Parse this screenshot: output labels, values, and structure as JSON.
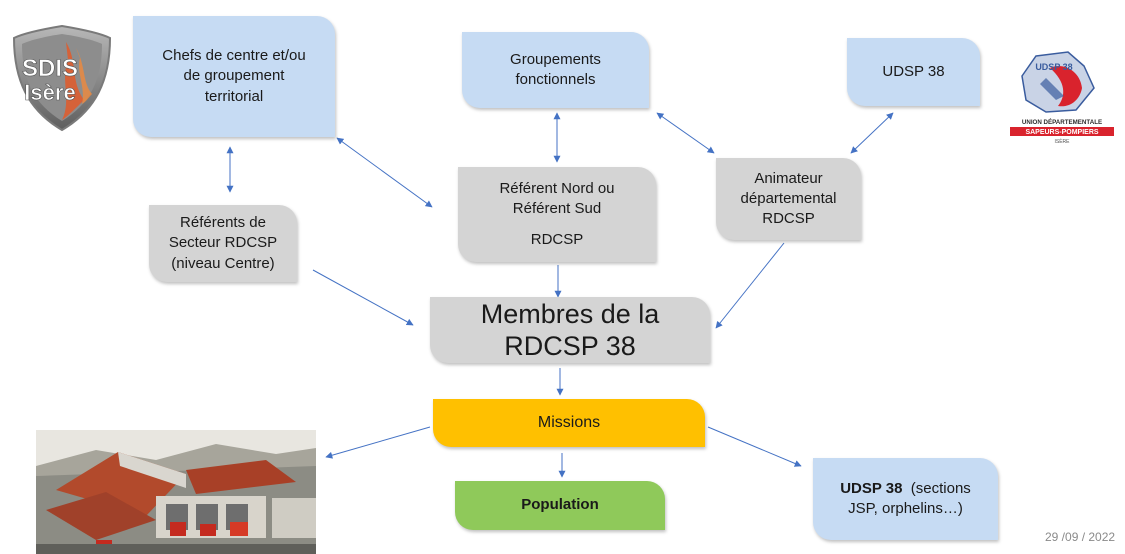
{
  "nodes": {
    "chefs": {
      "lines": [
        "Chefs de centre et/ou",
        "de groupement",
        "territorial"
      ]
    },
    "groupements": {
      "lines": [
        "Groupements",
        "fonctionnels"
      ]
    },
    "udsp": {
      "lines": [
        "UDSP 38"
      ]
    },
    "referents_secteur": {
      "lines": [
        "Référents de",
        "Secteur RDCSP",
        "(niveau Centre)"
      ]
    },
    "referent_nord": {
      "lines": [
        "Référent Nord ou",
        "Référent Sud"
      ],
      "sub": "RDCSP"
    },
    "animateur": {
      "lines": [
        "Animateur",
        "départemental",
        "RDCSP"
      ]
    },
    "membres": {
      "lines": [
        "Membres de la",
        "RDCSP 38"
      ]
    },
    "missions": {
      "label": "Missions"
    },
    "population": {
      "label": "Population"
    },
    "udsp_missions": {
      "bold": "UDSP 38",
      "rest": "  (sections",
      "line2": "JSP, orphelins…)"
    }
  },
  "logos": {
    "sdis": {
      "line1": "SDIS",
      "line2": "Isère"
    },
    "udsp": {
      "text": "UDSP 38",
      "union": "UNION DÉPARTEMENTALE",
      "banner": "SAPEURS-POMPIERS",
      "sub": "ISÈRE"
    }
  },
  "footer": {
    "date": "29 /09 / 2022"
  },
  "colors": {
    "blue_box": "#c6dbf3",
    "grey_box": "#d4d4d4",
    "missions": "#ffc000",
    "population": "#8fc95a",
    "arrow": "#4472c4"
  }
}
